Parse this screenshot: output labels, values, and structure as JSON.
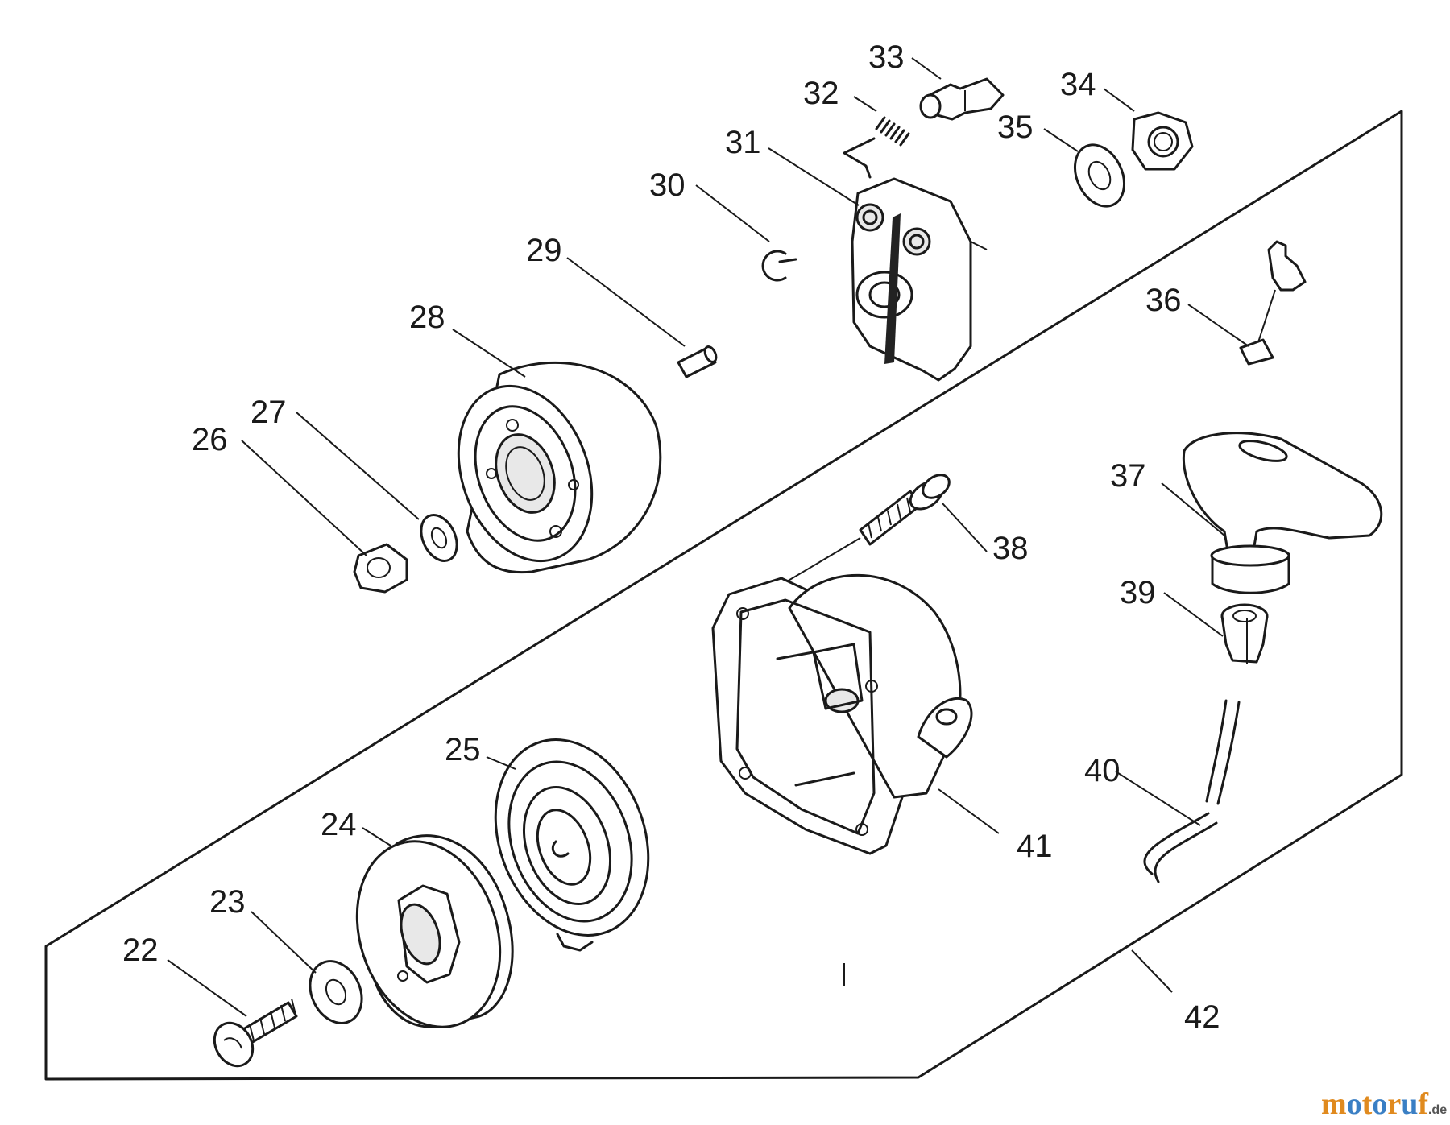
{
  "diagram": {
    "parts": [
      {
        "number": "22"
      },
      {
        "number": "23"
      },
      {
        "number": "24"
      },
      {
        "number": "25"
      },
      {
        "number": "26"
      },
      {
        "number": "27"
      },
      {
        "number": "28"
      },
      {
        "number": "29"
      },
      {
        "number": "30"
      },
      {
        "number": "31"
      },
      {
        "number": "32"
      },
      {
        "number": "33"
      },
      {
        "number": "34"
      },
      {
        "number": "35"
      },
      {
        "number": "36"
      },
      {
        "number": "37"
      },
      {
        "number": "38"
      },
      {
        "number": "39"
      },
      {
        "number": "40"
      },
      {
        "number": "41"
      },
      {
        "number": "42"
      }
    ]
  },
  "watermark": {
    "letters": [
      "m",
      "o",
      "t",
      "o",
      "r",
      "u",
      "f"
    ],
    "letter_colors": [
      "#e08a1e",
      "#3a7fc4",
      "#e08a1e",
      "#3a7fc4",
      "#e08a1e",
      "#3a7fc4",
      "#e08a1e"
    ],
    "tld": ".de"
  }
}
